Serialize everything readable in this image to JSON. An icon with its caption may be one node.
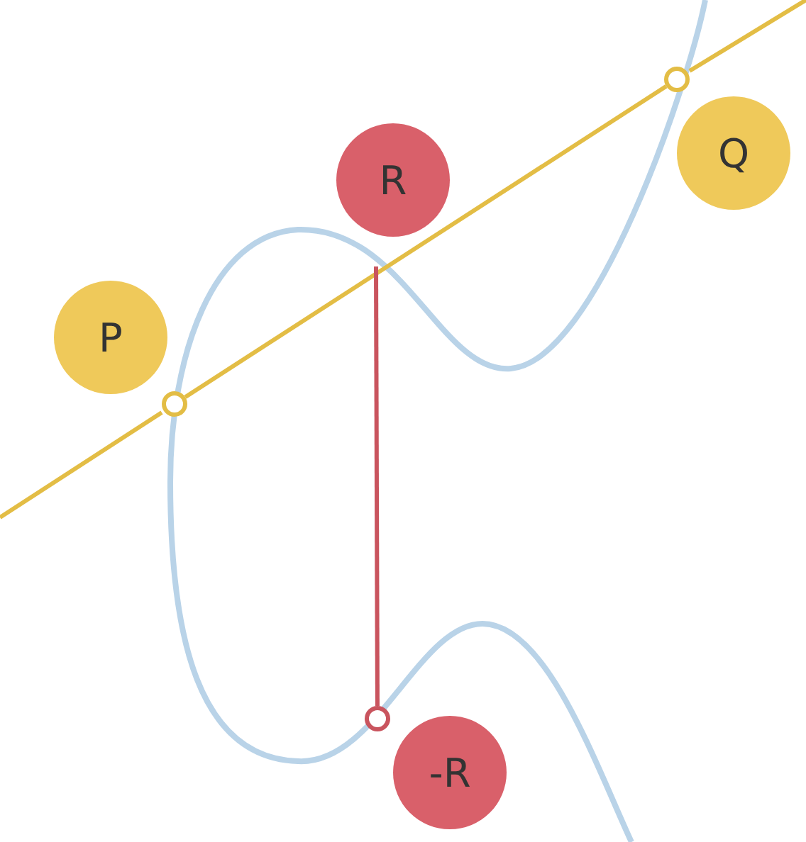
{
  "diagram": {
    "nodes": [
      {
        "text": [
          "R"
        ]
      },
      {
        "text": [
          "P"
        ]
      },
      {
        "text": [
          "Q"
        ]
      },
      {
        "text": [
          "-R"
        ]
      },
      {
        "text": [],
        "shape": "circle"
      },
      {
        "text": [],
        "shape": "circle"
      },
      {
        "text": [],
        "shape": "circle"
      }
    ],
    "edges": [
      {
        "from": 4,
        "to": 5,
        "arrow": "none",
        "color": "#e3bd45"
      },
      {
        "from": null,
        "to": 6,
        "arrow": "none",
        "color": "#c9545e"
      }
    ]
  }
}
